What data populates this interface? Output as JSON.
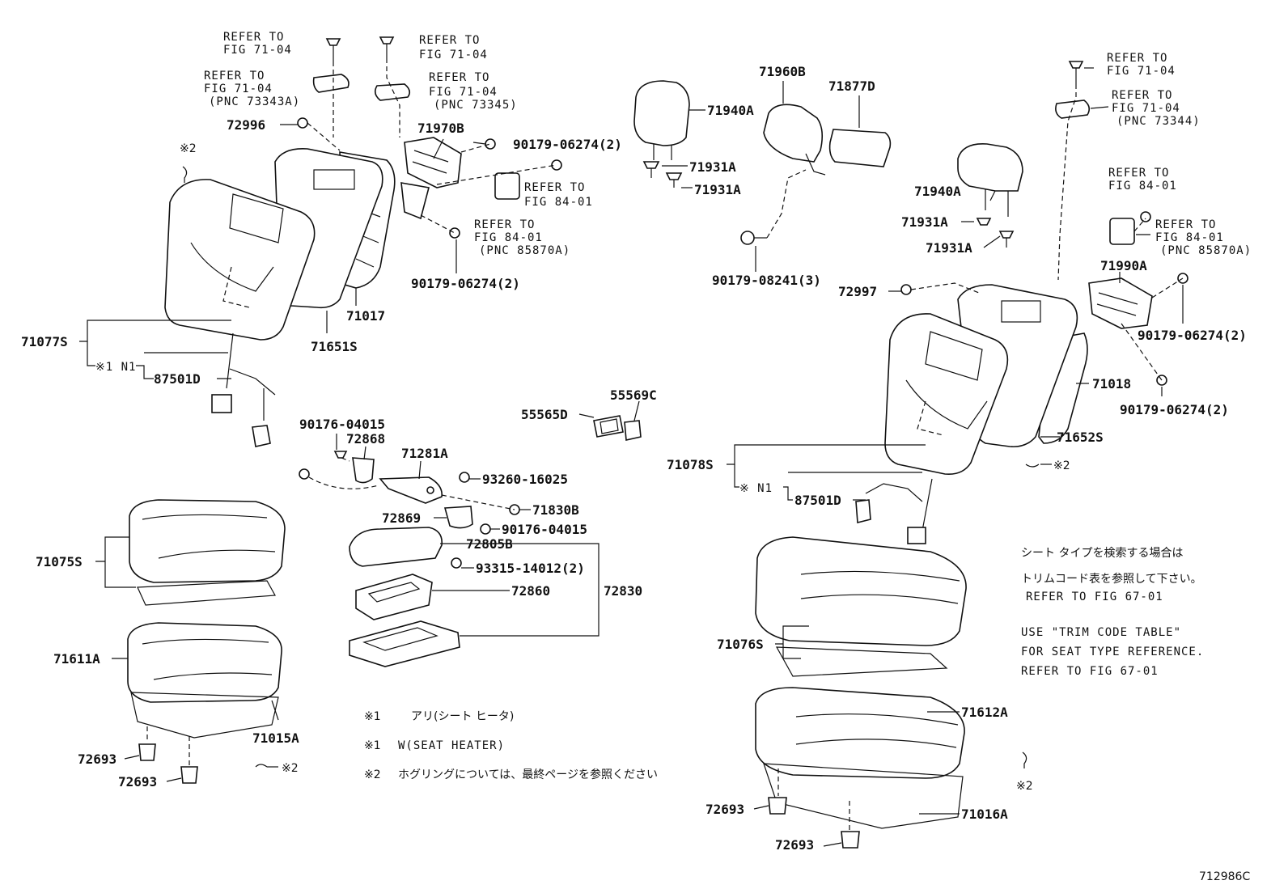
{
  "diagram": {
    "figure_id": "712986C",
    "labels": {
      "refer_7104_a": [
        "REFER TO",
        "FIG 71-04"
      ],
      "refer_7104_b": [
        "REFER TO",
        "FIG 71-04"
      ],
      "refer_7104_c": [
        "REFER TO",
        "FIG 71-04",
        "(PNC 73343A)"
      ],
      "refer_7104_d": [
        "REFER TO",
        "FIG 71-04",
        "(PNC 73345)"
      ],
      "refer_7104_e": [
        "REFER TO",
        "FIG 71-04"
      ],
      "refer_7104_f": [
        "REFER TO",
        "FIG 71-04",
        "(PNC 73344)"
      ],
      "refer_8401_a": [
        "REFER TO",
        "FIG 84-01"
      ],
      "refer_8401_b": [
        "REFER TO",
        "FIG 84-01",
        "(PNC 85870A)"
      ],
      "refer_8401_c": [
        "REFER TO",
        "FIG 84-01"
      ],
      "refer_8401_d": [
        "REFER TO",
        "FIG 84-01",
        "(PNC 85870A)"
      ],
      "p72996": "72996",
      "p71970B": "71970B",
      "p90179_06274_a": "90179-06274(2)",
      "p90179_06274_b": "90179-06274(2)",
      "p90179_06274_c": "90179-06274(2)",
      "p90179_06274_d": "90179-06274(2)",
      "p71017": "71017",
      "p71651S": "71651S",
      "p71077S": "71077S",
      "p87501D_a": "87501D",
      "p87501D_b": "87501D",
      "n1_a": "※1 N1",
      "n1_b": "※ N1",
      "p71940A_a": "71940A",
      "p71940A_b": "71940A",
      "p71931A_a": "71931A",
      "p71931A_b": "71931A",
      "p71931A_c": "71931A",
      "p71931A_d": "71931A",
      "p71960B": "71960B",
      "p71877D": "71877D",
      "p90179_08241": "90179-08241(3)",
      "p72997": "72997",
      "p71990A": "71990A",
      "p71018": "71018",
      "p71652S": "71652S",
      "p71078S": "71078S",
      "p55565D": "55565D",
      "p55569C": "55569C",
      "p90176_04015_a": "90176-04015",
      "p90176_04015_b": "90176-04015",
      "p72868": "72868",
      "p71281A": "71281A",
      "p93260_16025": "93260-16025",
      "p71830B": "71830B",
      "p72869": "72869",
      "p72805B": "72805B",
      "p93315_14012": "93315-14012(2)",
      "p72860": "72860",
      "p72830": "72830",
      "p71075S": "71075S",
      "p71611A": "71611A",
      "p71015A": "71015A",
      "p72693_a": "72693",
      "p72693_b": "72693",
      "p72693_c": "72693",
      "p72693_d": "72693",
      "p71076S": "71076S",
      "p71612A": "71612A",
      "p71016A": "71016A",
      "x2_a": "※2",
      "x2_b": "※2",
      "x2_c": "※2",
      "x2_d": "※2"
    },
    "notes": {
      "jp_line1": "シート タイプを検索する場合は",
      "jp_line2": "トリムコード表を参照して下さい。",
      "jp_line3": "REFER TO FIG 67-01",
      "en_line1": "USE \"TRIM CODE TABLE\"",
      "en_line2": "FOR SEAT TYPE REFERENCE.",
      "en_line3": "REFER TO FIG 67-01"
    },
    "legend": {
      "item1_mark": "※1",
      "item1_text": "アリ(シート ヒータ)",
      "item2_mark": "※1",
      "item2_text": "W(SEAT HEATER)",
      "item3_mark": "※2",
      "item3_text": "ホグリングについては、最終ページを参照ください"
    }
  }
}
